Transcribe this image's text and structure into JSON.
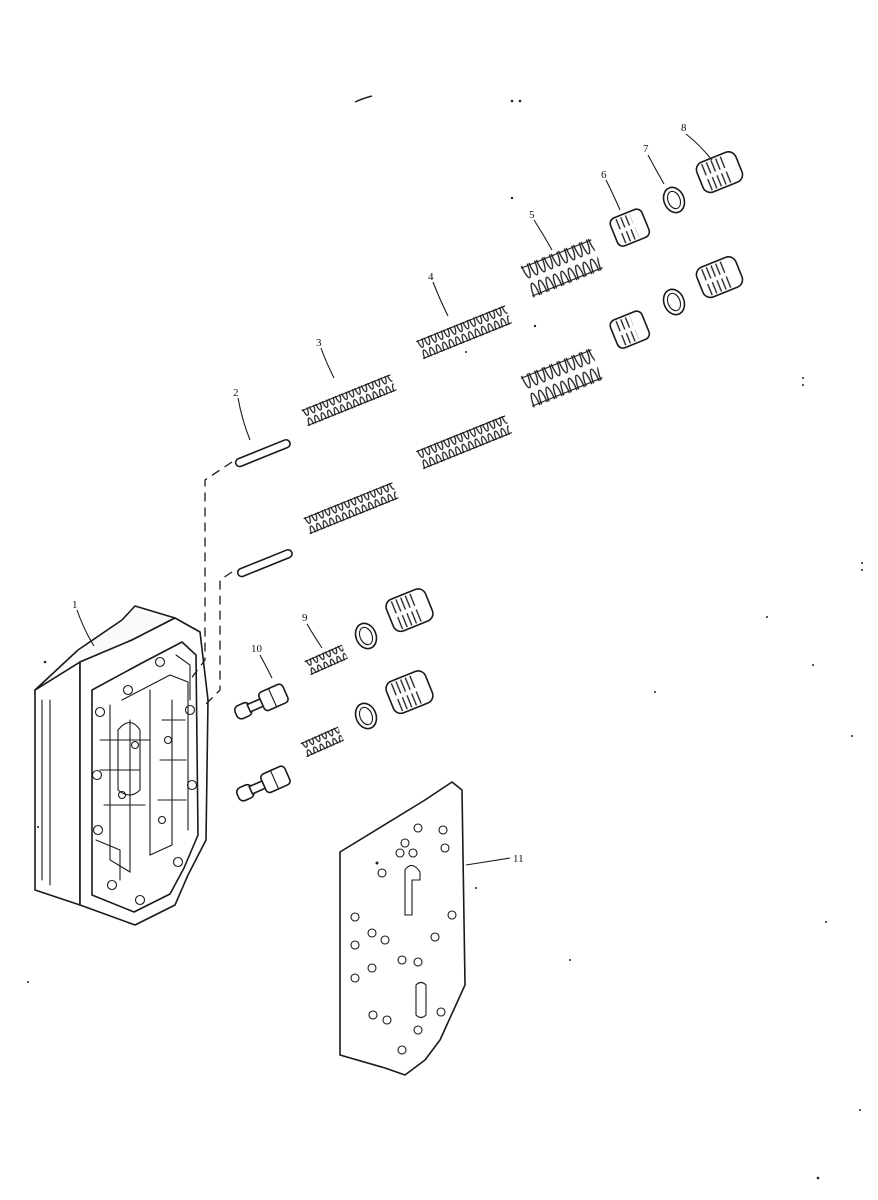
{
  "callouts": [
    {
      "id": "c1",
      "label": "1"
    },
    {
      "id": "c2",
      "label": "2"
    },
    {
      "id": "c3",
      "label": "3"
    },
    {
      "id": "c4",
      "label": "4"
    },
    {
      "id": "c5",
      "label": "5"
    },
    {
      "id": "c6",
      "label": "6"
    },
    {
      "id": "c7",
      "label": "7"
    },
    {
      "id": "c8",
      "label": "8"
    },
    {
      "id": "c9",
      "label": "9"
    },
    {
      "id": "c10",
      "label": "10"
    },
    {
      "id": "c11",
      "label": "11"
    }
  ],
  "colors": {
    "ink": "#1a1a1a",
    "paper": "#ffffff"
  }
}
